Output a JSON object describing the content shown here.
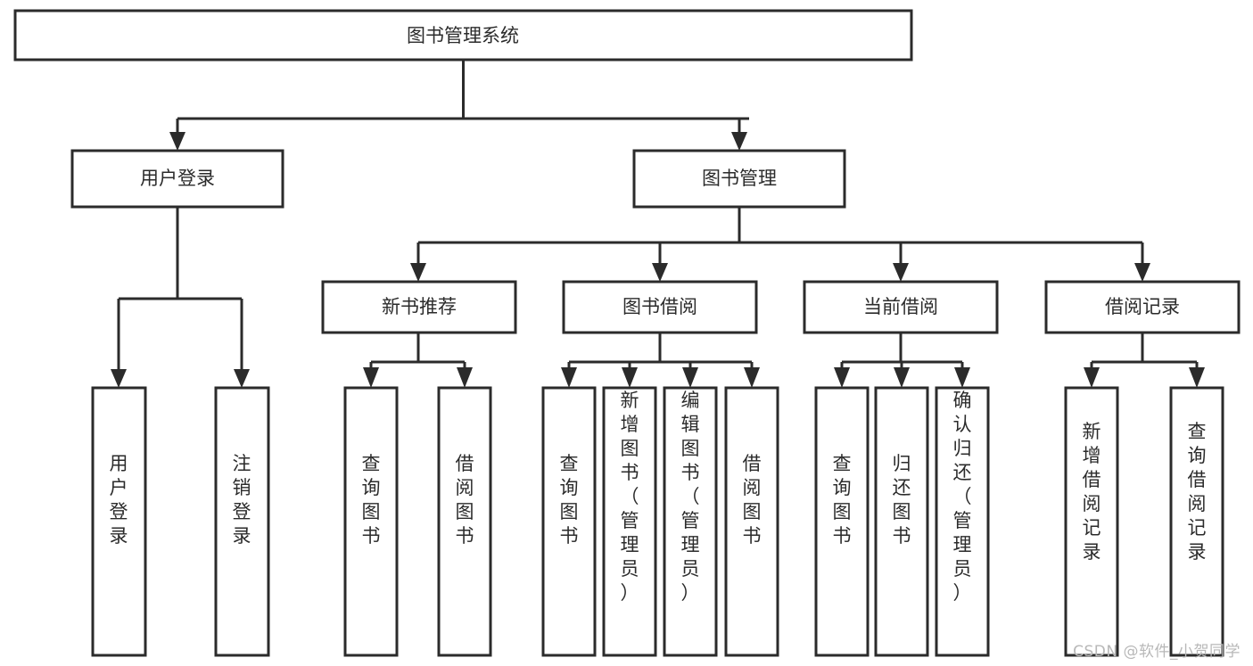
{
  "diagram": {
    "type": "tree",
    "title": "图书管理系统",
    "orientation": "top-down",
    "watermark": "CSDN @软件_小贺同学",
    "colors": {
      "stroke": "#2b2b2b",
      "fill": "#ffffff",
      "text": "#2b2b2b",
      "background": "#ffffff",
      "watermark": "#b8b8b8"
    },
    "levels": [
      {
        "level": 1,
        "nodes": [
          {
            "id": "root",
            "label": "图书管理系统",
            "orientation": "horizontal"
          }
        ]
      },
      {
        "level": 2,
        "nodes": [
          {
            "id": "user-login",
            "label": "用户登录",
            "parent": "root",
            "orientation": "horizontal"
          },
          {
            "id": "book-manage",
            "label": "图书管理",
            "parent": "root",
            "orientation": "horizontal"
          }
        ]
      },
      {
        "level": 3,
        "nodes": [
          {
            "id": "new-book-rec",
            "label": "新书推荐",
            "parent": "book-manage",
            "orientation": "horizontal"
          },
          {
            "id": "book-borrow",
            "label": "图书借阅",
            "parent": "book-manage",
            "orientation": "horizontal"
          },
          {
            "id": "current-borrow",
            "label": "当前借阅",
            "parent": "book-manage",
            "orientation": "horizontal"
          },
          {
            "id": "borrow-record",
            "label": "借阅记录",
            "parent": "book-manage",
            "orientation": "horizontal"
          }
        ]
      },
      {
        "level": 4,
        "nodes": [
          {
            "id": "leaf-1",
            "label": "用户登录",
            "parent": "user-login",
            "orientation": "vertical"
          },
          {
            "id": "leaf-2",
            "label": "注销登录",
            "parent": "user-login",
            "orientation": "vertical"
          },
          {
            "id": "leaf-3",
            "label": "查询图书",
            "parent": "new-book-rec",
            "orientation": "vertical"
          },
          {
            "id": "leaf-4",
            "label": "借阅图书",
            "parent": "new-book-rec",
            "orientation": "vertical"
          },
          {
            "id": "leaf-5",
            "label": "查询图书",
            "parent": "book-borrow",
            "orientation": "vertical"
          },
          {
            "id": "leaf-6",
            "label": "新增图书（管理员）",
            "parent": "book-borrow",
            "orientation": "vertical"
          },
          {
            "id": "leaf-7",
            "label": "编辑图书（管理员）",
            "parent": "book-borrow",
            "orientation": "vertical"
          },
          {
            "id": "leaf-8",
            "label": "借阅图书",
            "parent": "book-borrow",
            "orientation": "vertical"
          },
          {
            "id": "leaf-9",
            "label": "查询图书",
            "parent": "current-borrow",
            "orientation": "vertical"
          },
          {
            "id": "leaf-10",
            "label": "归还图书",
            "parent": "current-borrow",
            "orientation": "vertical"
          },
          {
            "id": "leaf-11",
            "label": "确认归还（管理员）",
            "parent": "current-borrow",
            "orientation": "vertical"
          },
          {
            "id": "leaf-12",
            "label": "新增借阅记录",
            "parent": "borrow-record",
            "orientation": "vertical"
          },
          {
            "id": "leaf-13",
            "label": "查询借阅记录",
            "parent": "borrow-record",
            "orientation": "vertical"
          }
        ]
      }
    ]
  }
}
